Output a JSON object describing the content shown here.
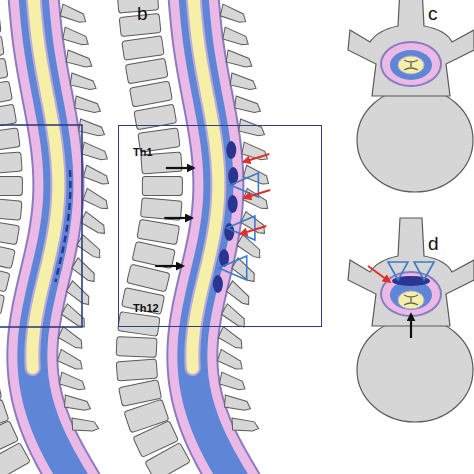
{
  "diagram": {
    "nodes": [
      {
        "text": [
          "Th1",
          "Th12"
        ]
      }
    ],
    "labels": [
      "b",
      "c",
      "d"
    ]
  }
}
